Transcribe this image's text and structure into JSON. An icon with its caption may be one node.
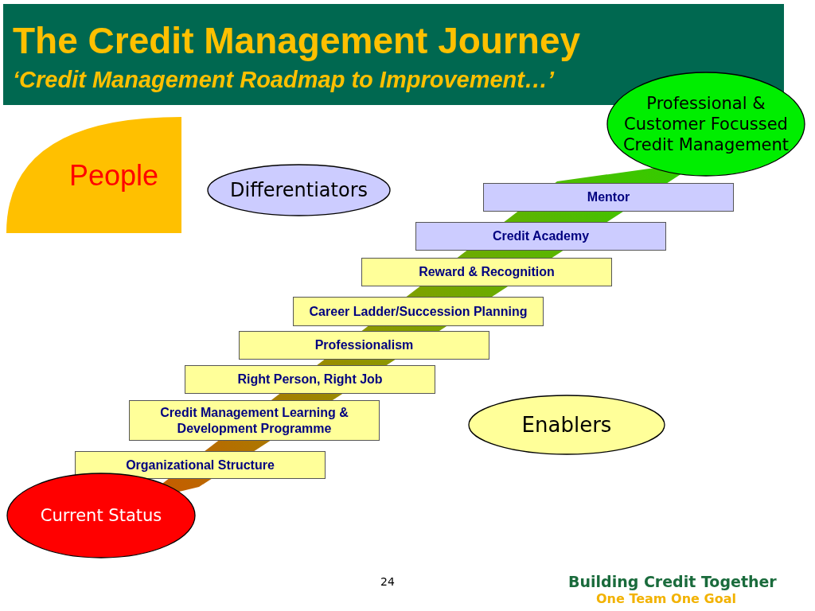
{
  "diagram": {
    "title": "The Credit Management Journey",
    "nodes": [
      {
        "text": [
          "People"
        ]
      },
      {
        "text": [
          "Differentiators"
        ]
      },
      {
        "text": [
          "Professional & Customer Focussed Credit Management"
        ]
      },
      {
        "text": [
          "Mentor"
        ]
      },
      {
        "text": [
          "Credit Academy"
        ]
      },
      {
        "text": [
          "Reward & Recognition"
        ]
      },
      {
        "text": [
          "Career Ladder/Succession Planning"
        ]
      },
      {
        "text": [
          "Professionalism"
        ]
      },
      {
        "text": [
          "Right Person, Right Job"
        ]
      },
      {
        "text": [
          "Credit Management Learning & Development Programme"
        ]
      },
      {
        "text": [
          "Organizational Structure"
        ]
      },
      {
        "text": [
          "Enablers"
        ]
      },
      {
        "text": [
          "Current Status"
        ]
      }
    ],
    "labels": [
      "‘Credit Management Roadmap to Improvement…’",
      "24",
      "Building Credit Together",
      "One Team One Goal"
    ]
  }
}
